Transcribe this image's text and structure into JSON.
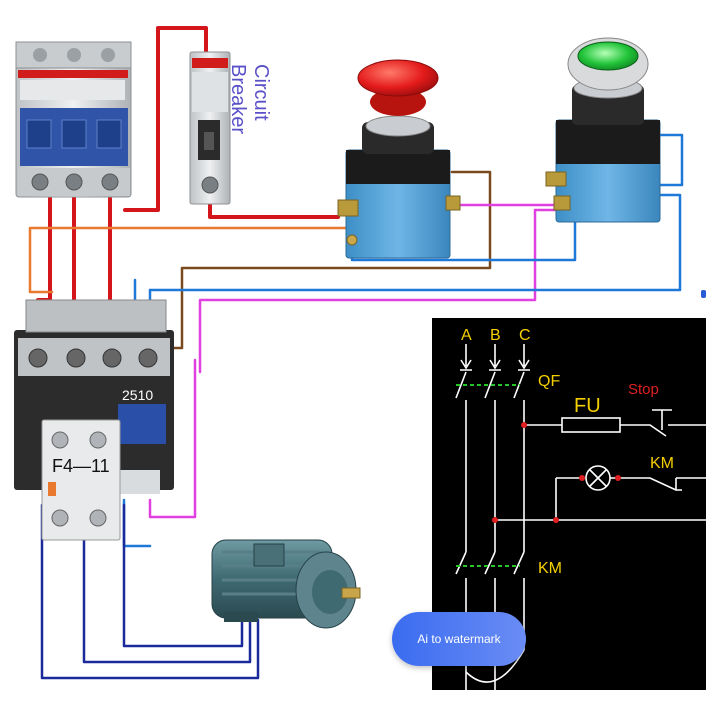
{
  "wiring": {
    "breaker_label_line1": "Circuit",
    "breaker_label_line2": "Breaker",
    "contactor_model": "2510",
    "relay_model": "F4—11"
  },
  "schematic": {
    "phase_a": "A",
    "phase_b": "B",
    "phase_c": "C",
    "breaker_symbol": "QF",
    "fuse_symbol": "FU",
    "stop_label": "Stop",
    "contact_label_top": "KM",
    "main_contact_label": "KM"
  },
  "overlay": {
    "ai_button_label": "Ai to watermark"
  },
  "colors": {
    "wire_red": "#d4161c",
    "wire_orange": "#e8792e",
    "wire_brown": "#7a4a1e",
    "wire_magenta": "#e040e0",
    "wire_blue": "#1e78d8",
    "wire_navy": "#1a2a9a",
    "schematic_bg": "#000000",
    "schematic_line": "#ffffff",
    "schematic_label": "#f5d000",
    "stop_label": "#e02020",
    "junction_dot": "#e02020",
    "mechanical_link": "#29c429",
    "button_red": "#e41b1b",
    "button_green": "#22c43a",
    "device_body": "#4fa3d9",
    "motor_body": "#3f6a72"
  }
}
